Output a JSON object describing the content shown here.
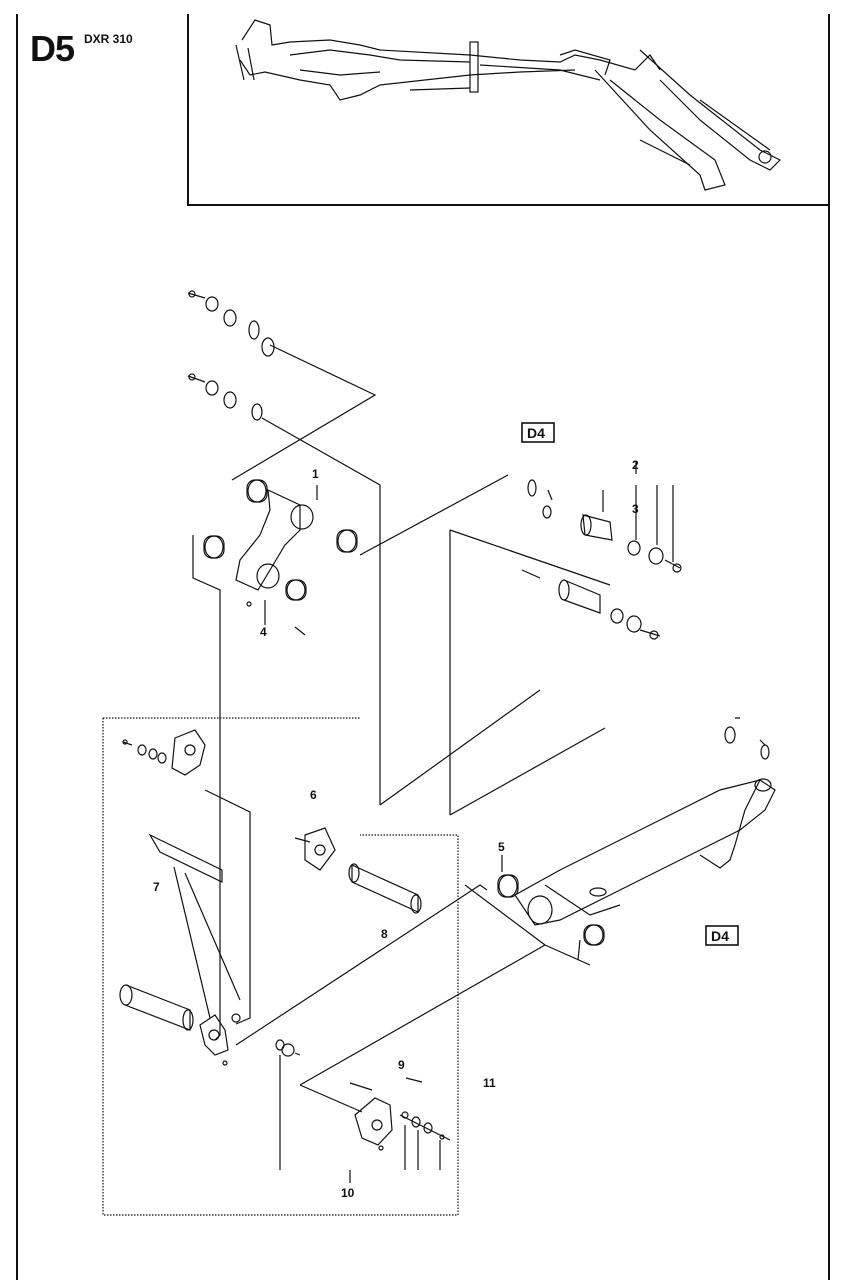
{
  "header": {
    "section_id": "D5",
    "model": "DXR 310"
  },
  "references": {
    "ref_a": "D4",
    "ref_b": "D4"
  },
  "callouts": [
    "1",
    "2",
    "3",
    "4",
    "5",
    "6",
    "7",
    "8",
    "9",
    "10",
    "11"
  ]
}
